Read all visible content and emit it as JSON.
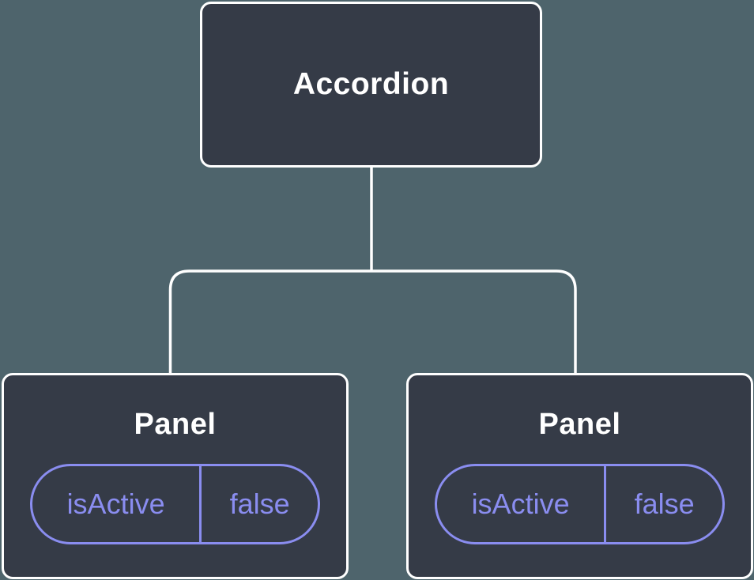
{
  "tree": {
    "root": {
      "label": "Accordion"
    },
    "children": [
      {
        "label": "Panel",
        "state": {
          "key": "isActive",
          "value": "false"
        }
      },
      {
        "label": "Panel",
        "state": {
          "key": "isActive",
          "value": "false"
        }
      }
    ]
  },
  "colors": {
    "background": "#4e646c",
    "node_fill": "#353b47",
    "node_border": "#ffffff",
    "connector": "#ffffff",
    "state_accent": "#8a8df0",
    "title_text": "#ffffff"
  }
}
